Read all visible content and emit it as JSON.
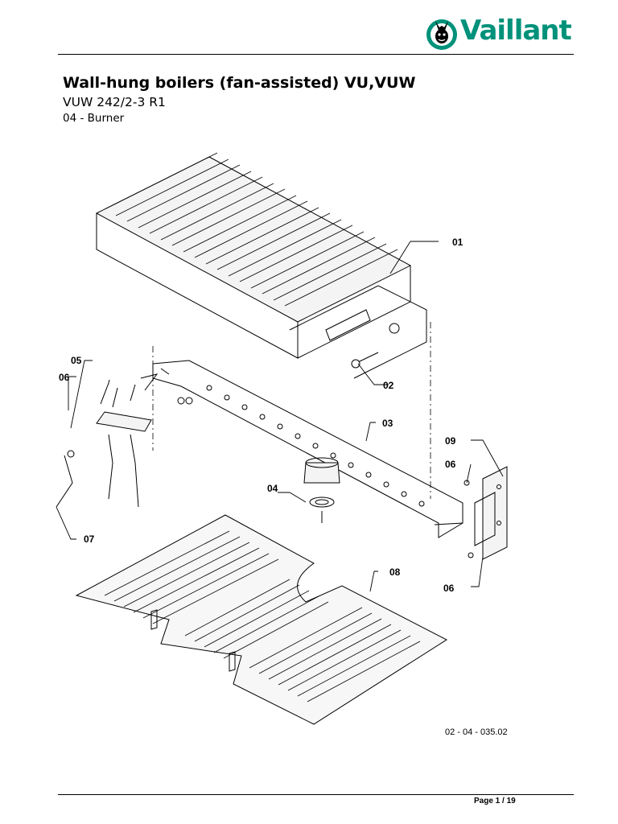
{
  "brand": {
    "name": "Vaillant",
    "color": "#00917a",
    "icon": "hare-logo-icon"
  },
  "header": {
    "title": "Wall-hung boilers (fan-assisted) VU,VUW",
    "model": "VUW 242/2-3 R1",
    "section": "04 - Burner"
  },
  "diagram": {
    "drawing_number": "02 - 04 - 035.02",
    "callouts": [
      {
        "id": "01",
        "text": "01"
      },
      {
        "id": "02",
        "text": "02"
      },
      {
        "id": "03",
        "text": "03"
      },
      {
        "id": "04",
        "text": "04"
      },
      {
        "id": "05",
        "text": "05"
      },
      {
        "id": "06a",
        "text": "06"
      },
      {
        "id": "06b",
        "text": "06"
      },
      {
        "id": "06c",
        "text": "06"
      },
      {
        "id": "07",
        "text": "07"
      },
      {
        "id": "08",
        "text": "08"
      },
      {
        "id": "09",
        "text": "09"
      }
    ]
  },
  "footer": {
    "page": "Page 1 / 19"
  }
}
